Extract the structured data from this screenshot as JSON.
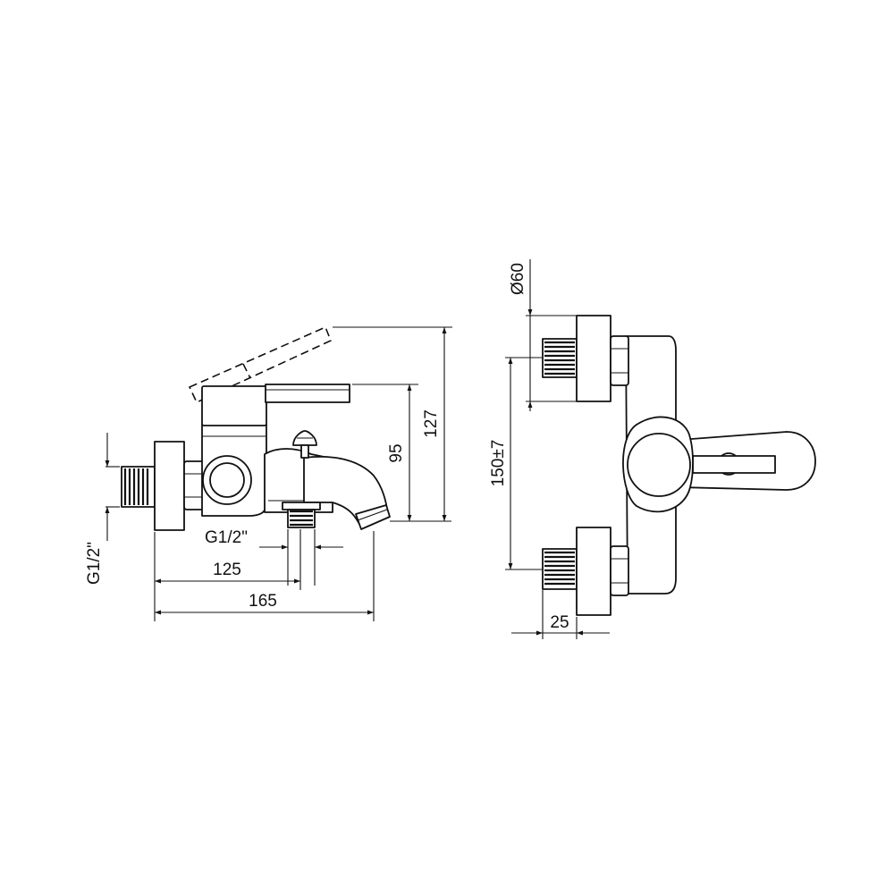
{
  "dimensions": {
    "thread_side": "G1/2\"",
    "thread_bottom": "G1/2\"",
    "spout_offset": "125",
    "overall_length": "165",
    "spout_height": "95",
    "lever_height": "127",
    "rosette_diameter": "Ø60",
    "center_distance": "150±7",
    "rosette_depth": "25"
  }
}
